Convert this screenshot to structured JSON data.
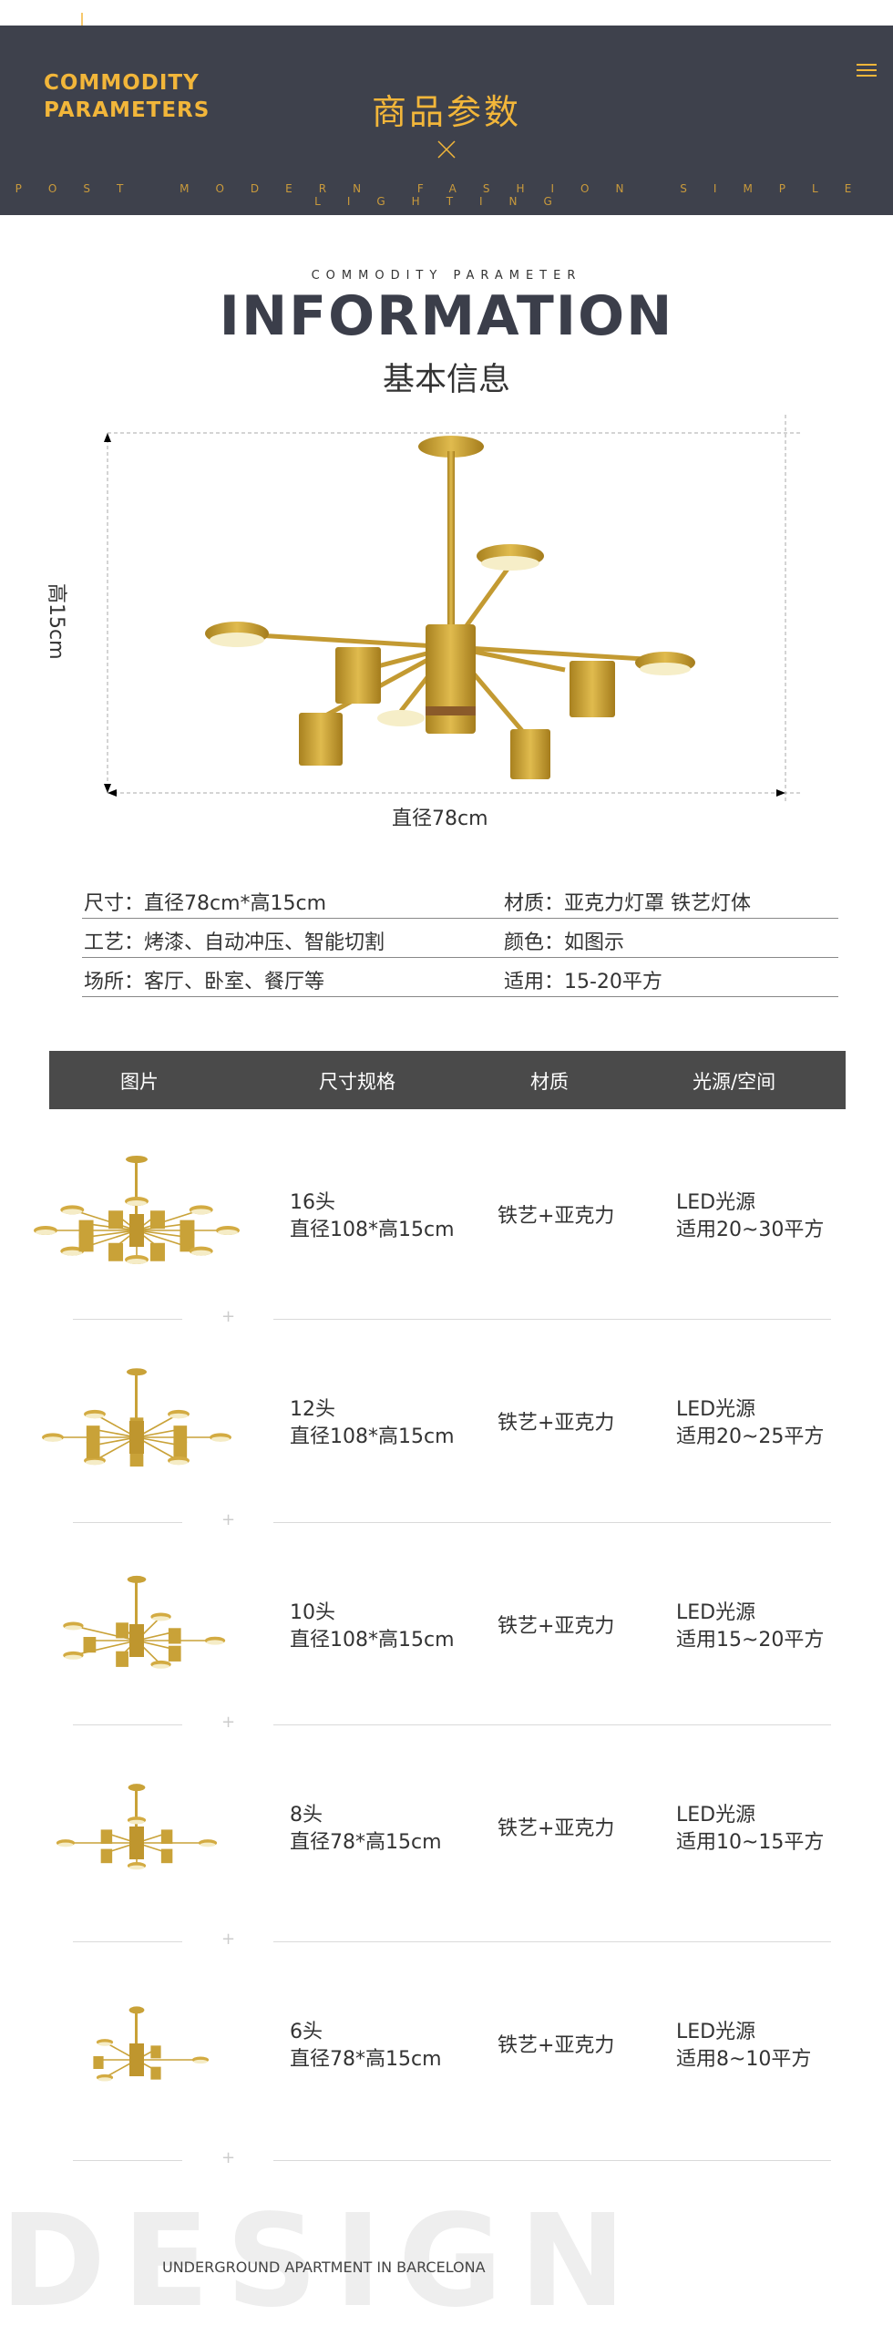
{
  "header": {
    "line1": "COMMODITY",
    "line2": "PARAMETERS",
    "title": "商品参数",
    "tagline": "POST MODERN FASHION SIMPLE LIGHTING"
  },
  "info": {
    "subtitle": "COMMODITY PARAMETER",
    "title": "INFORMATION",
    "cn_title": "基本信息",
    "height_label": "高15cm",
    "width_label": "直径78cm"
  },
  "specs": [
    {
      "left": "尺寸：直径78cm*高15cm",
      "right": "材质：亚克力灯罩 铁艺灯体"
    },
    {
      "left": "工艺：烤漆、自动冲压、智能切割",
      "right": "颜色：如图示"
    },
    {
      "left": "场所：客厅、卧室、餐厅等",
      "right": "适用：15-20平方"
    }
  ],
  "table": {
    "headers": [
      "图片",
      "尺寸规格",
      "材质",
      "光源/空间"
    ],
    "rows": [
      {
        "heads": "16头",
        "size": "直径108*高15cm",
        "material": "铁艺+亚克力",
        "light": "LED光源",
        "space": "适用20~30平方"
      },
      {
        "heads": "12头",
        "size": "直径108*高15cm",
        "material": "铁艺+亚克力",
        "light": "LED光源",
        "space": "适用20~25平方"
      },
      {
        "heads": "10头",
        "size": "直径108*高15cm",
        "material": "铁艺+亚克力",
        "light": "LED光源",
        "space": "适用15~20平方"
      },
      {
        "heads": "8头",
        "size": "直径78*高15cm",
        "material": "铁艺+亚克力",
        "light": "LED光源",
        "space": "适用10~15平方"
      },
      {
        "heads": "6头",
        "size": "直径78*高15cm",
        "material": "铁艺+亚克力",
        "light": "LED光源",
        "space": "适用8~10平方"
      }
    ]
  },
  "footer": {
    "watermark": "DESIGN",
    "caption": "UNDERGROUND APARTMENT IN BARCELONA"
  },
  "colors": {
    "header_bg": "#3e414c",
    "gold": "#f2b63a",
    "table_header_bg": "#4a4a4a"
  }
}
